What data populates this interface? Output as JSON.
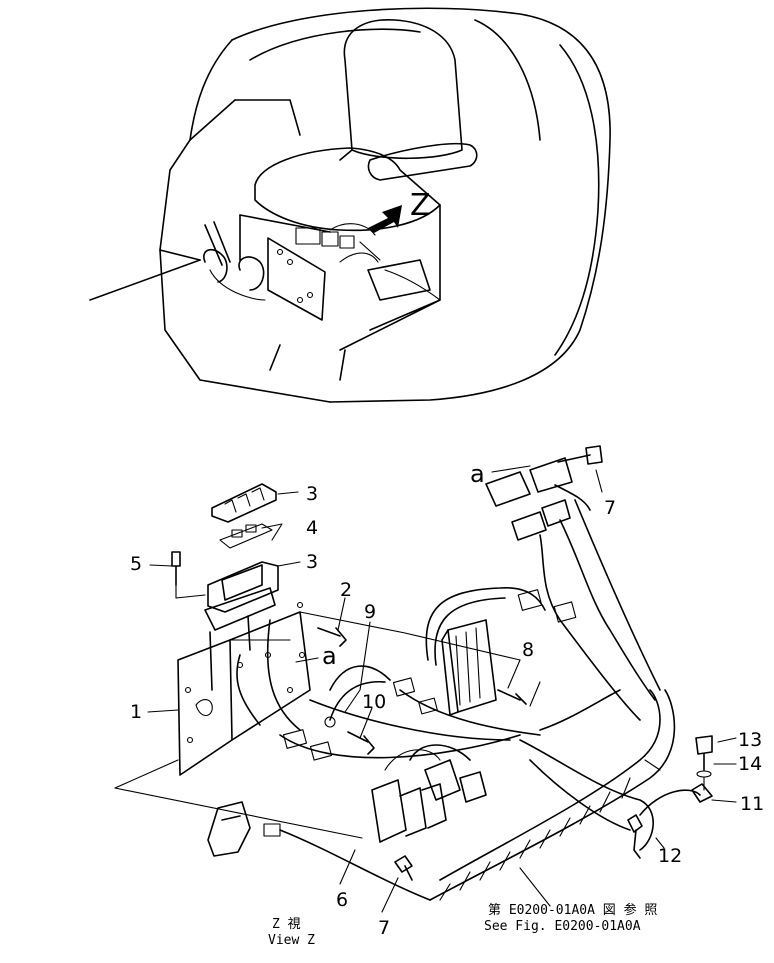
{
  "view_marker": "Z",
  "callouts": {
    "c1": "1",
    "c2": "2",
    "c3a": "3",
    "c3b": "3",
    "c4": "4",
    "c5": "5",
    "c6": "6",
    "c7a": "7",
    "c7b": "7",
    "c8": "8",
    "c9": "9",
    "c10": "10",
    "c11": "11",
    "c12": "12",
    "c13": "13",
    "c14": "14",
    "ca1": "a",
    "ca2": "a"
  },
  "caption": {
    "view_jp": "Z 視",
    "view_en": "View Z",
    "ref_jp": "第 E0200-01A0A 図 参 照",
    "ref_en": "See Fig. E0200-01A0A"
  }
}
